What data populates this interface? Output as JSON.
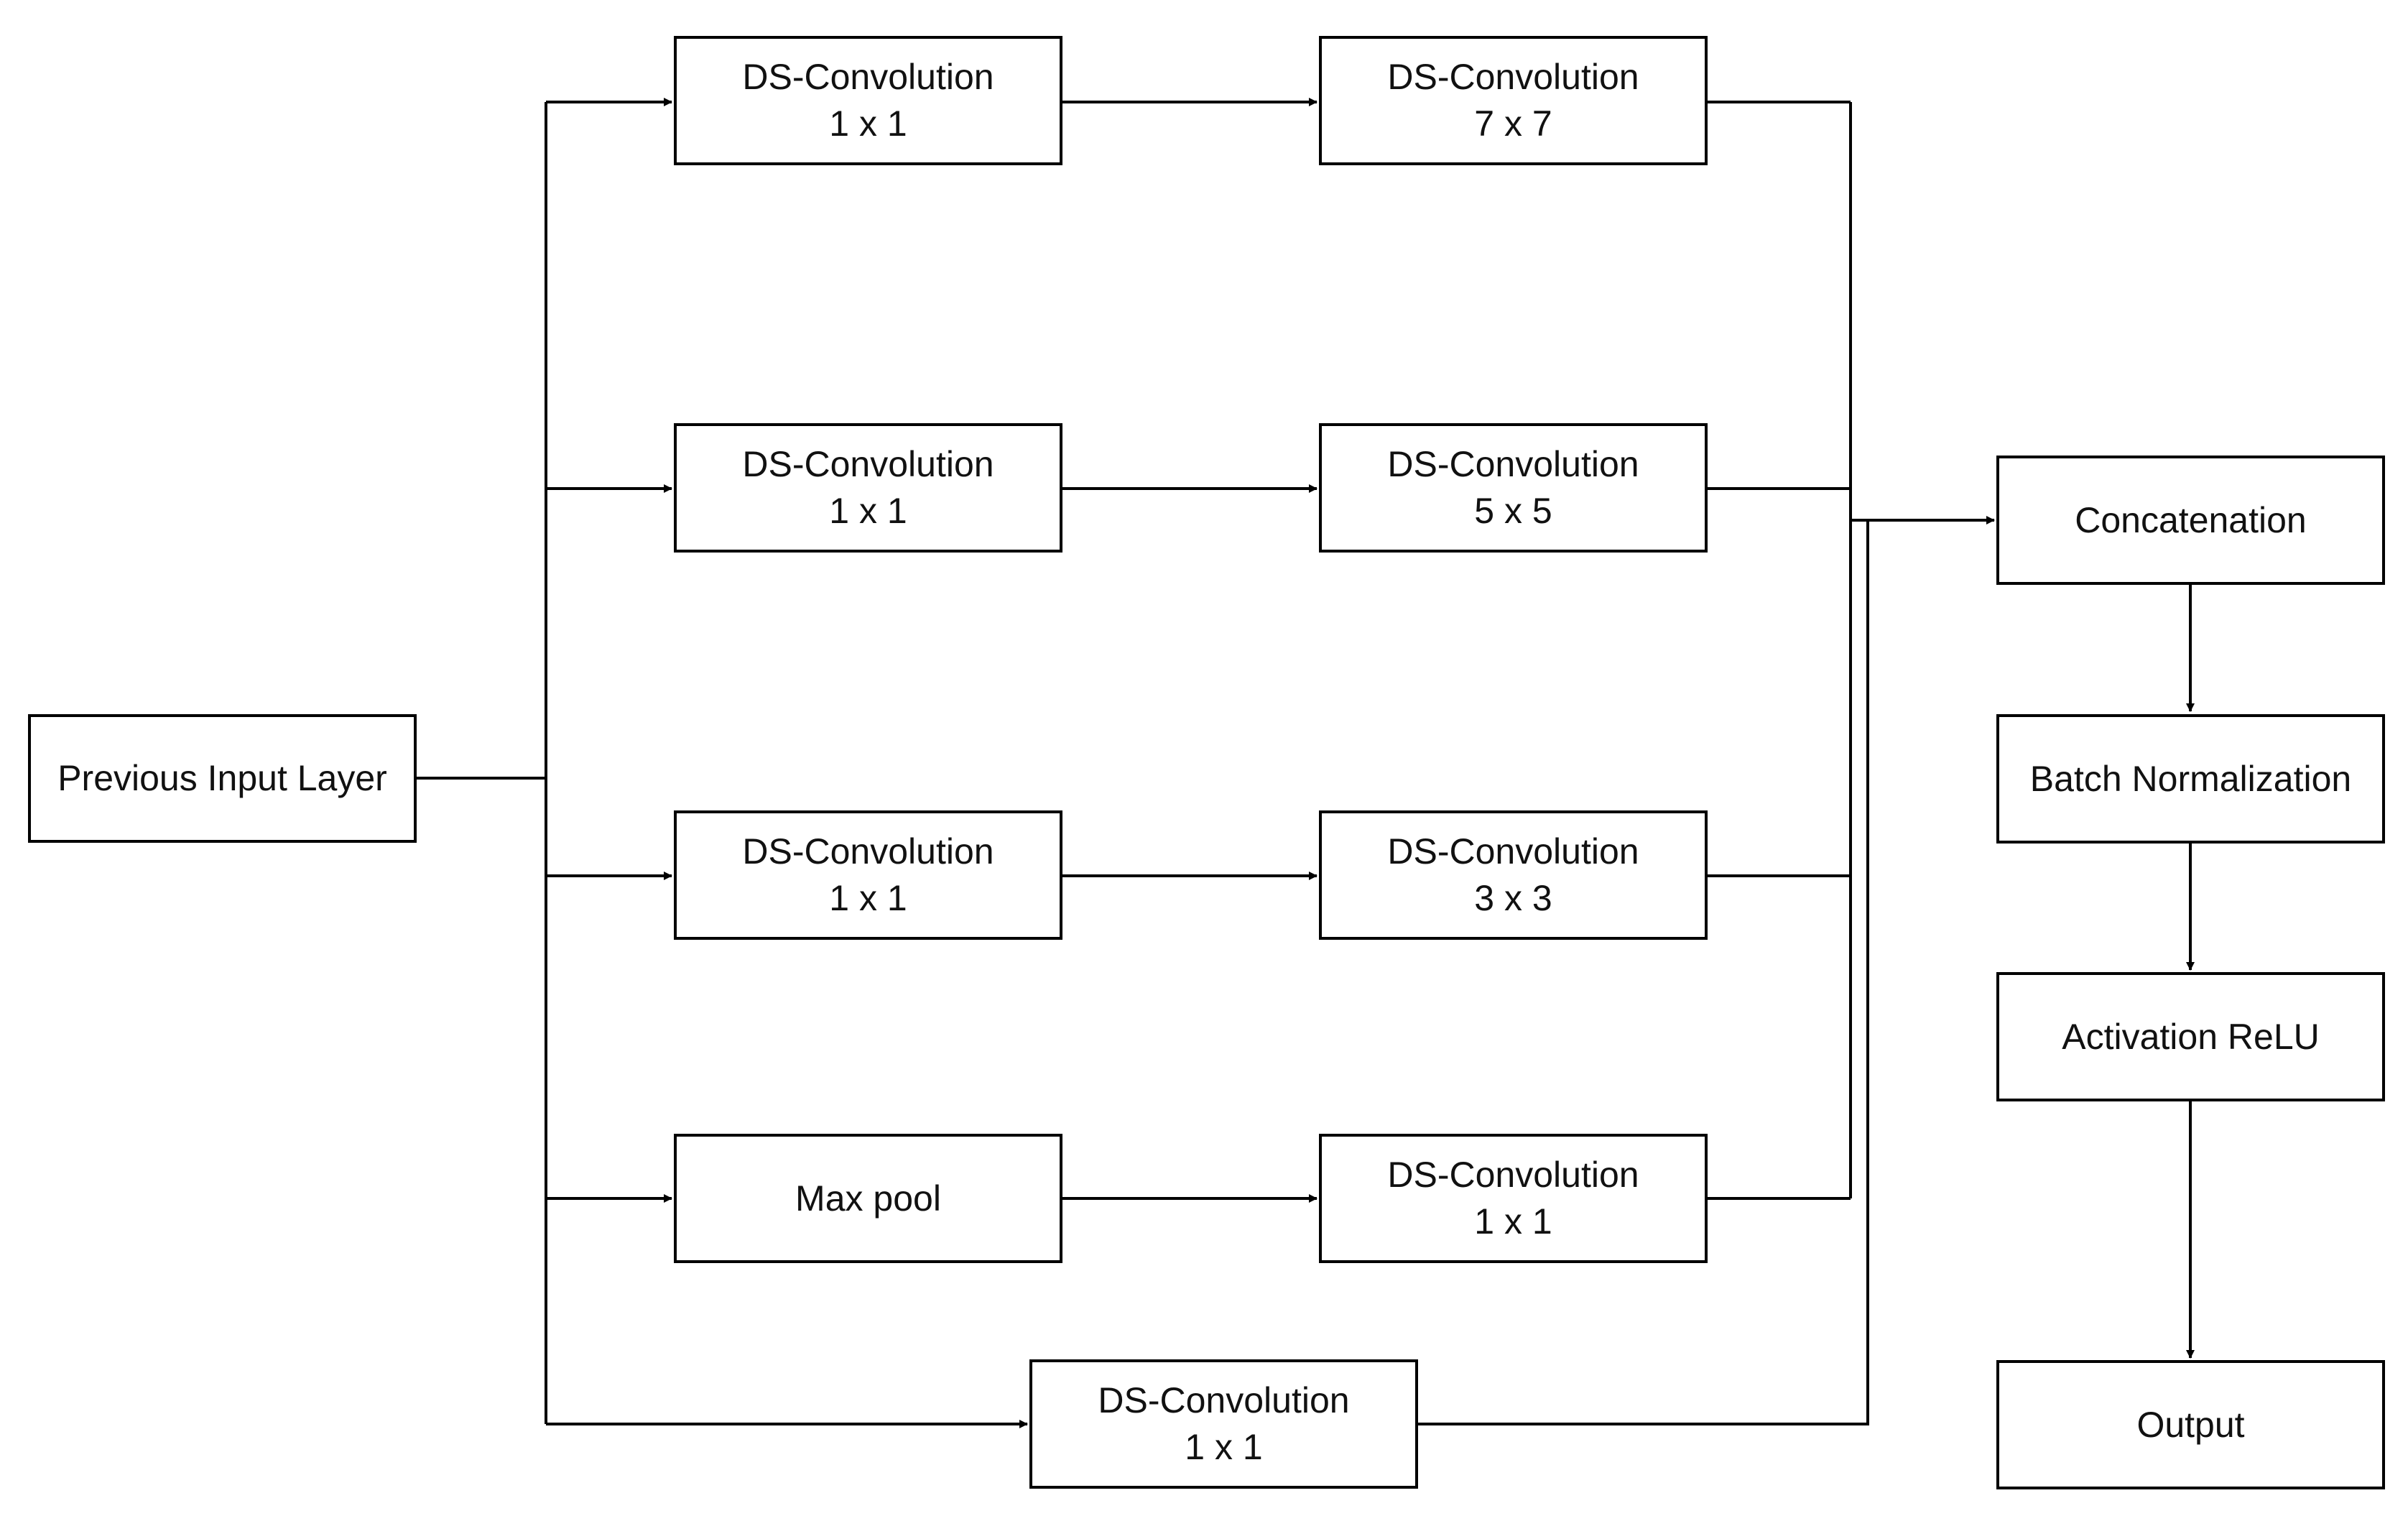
{
  "nodes": {
    "input": {
      "label": "Previous Input Layer"
    },
    "b1_conv1": {
      "line1": "DS-Convolution",
      "line2": "1 x 1"
    },
    "b1_conv2": {
      "line1": "DS-Convolution",
      "line2": "7 x 7"
    },
    "b2_conv1": {
      "line1": "DS-Convolution",
      "line2": "1 x 1"
    },
    "b2_conv2": {
      "line1": "DS-Convolution",
      "line2": "5 x 5"
    },
    "b3_conv1": {
      "line1": "DS-Convolution",
      "line2": "1 x 1"
    },
    "b3_conv2": {
      "line1": "DS-Convolution",
      "line2": "3 x 3"
    },
    "b4_pool": {
      "label": "Max pool"
    },
    "b4_conv": {
      "line1": "DS-Convolution",
      "line2": "1 x 1"
    },
    "b5_conv": {
      "line1": "DS-Convolution",
      "line2": "1 x 1"
    },
    "concat": {
      "label": "Concatenation"
    },
    "batchnorm": {
      "label": "Batch Normalization"
    },
    "relu": {
      "label": "Activation ReLU"
    },
    "output": {
      "label": "Output"
    }
  },
  "colors": {
    "stroke": "#000000",
    "background": "#ffffff",
    "text": "#111111"
  }
}
